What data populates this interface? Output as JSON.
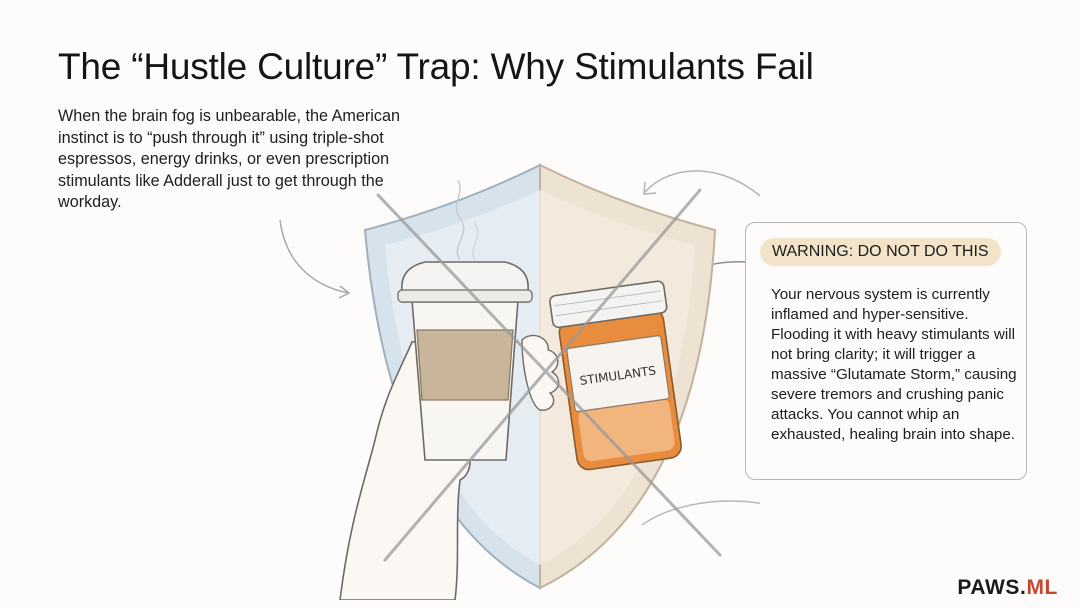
{
  "title": "The “Hustle Culture” Trap: Why Stimulants Fail",
  "intro": "When the brain fog is unbearable, the American instinct is to “push through it” using triple-shot espressos, energy drinks, or even prescription stimulants like Adderall just to get through the workday.",
  "bottle_label": "STIMULANTS",
  "warning": {
    "label": "WARNING: DO NOT DO THIS",
    "body": "Your nervous system is currently inflamed and hyper-sensitive. Flooding it with heavy stimulants will not bring clarity; it will trigger a massive “Glutamate Storm,” causing severe tremors and crushing panic attacks. You cannot whip an exhausted, healing brain into shape."
  },
  "brand": {
    "name": "PAWS.",
    "suffix": "ML"
  },
  "colors": {
    "shield_left": "#d7e3ec",
    "shield_right": "#eee2d2",
    "bottle": "#e88d3e",
    "accent_brand": "#c9452f",
    "warning_label_bg": "#f3e4c9"
  },
  "icons": [
    "shield-icon",
    "coffee-cup-icon",
    "pill-bottle-icon",
    "hand-icon",
    "cross-out-icon",
    "arrow-icon"
  ]
}
